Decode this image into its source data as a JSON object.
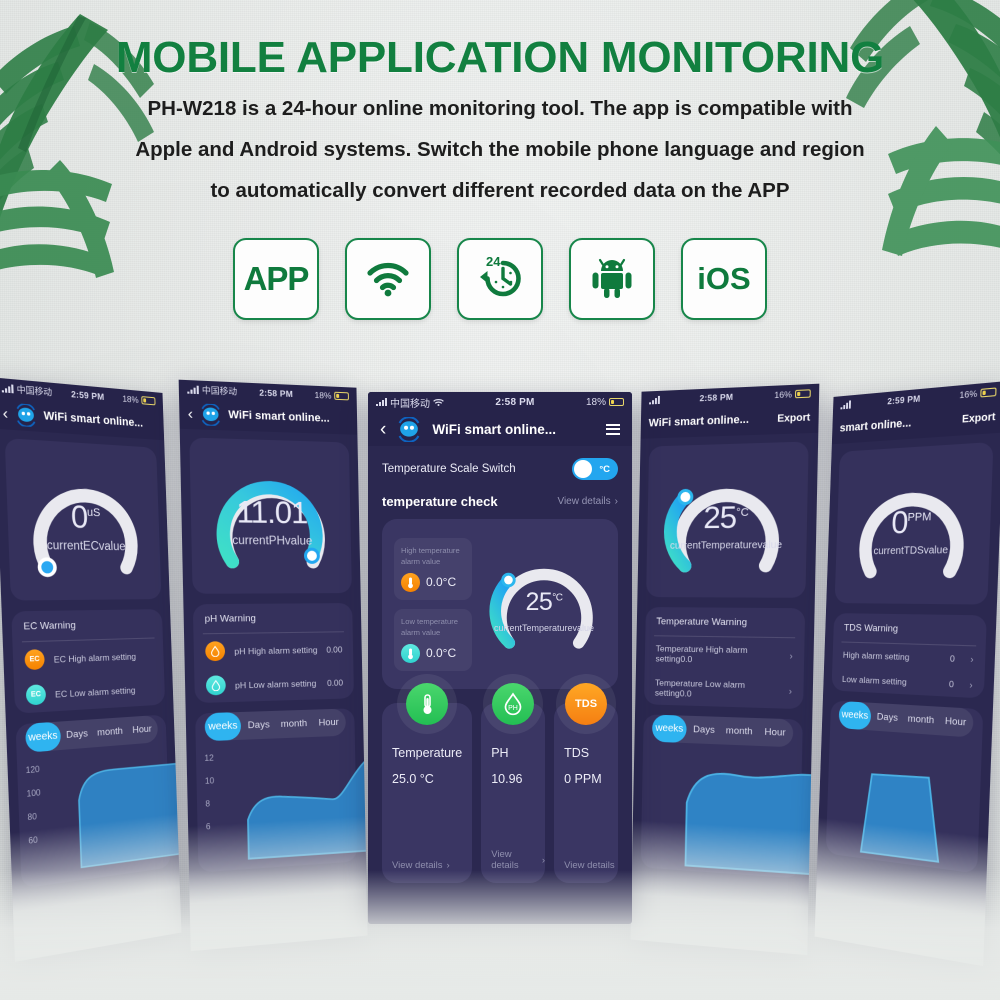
{
  "header": {
    "title": "MOBILE APPLICATION MONITORING",
    "subtitle_line1": "PH-W218 is a 24-hour online monitoring tool. The app is compatible with",
    "subtitle_line2": "Apple and Android systems. Switch the mobile phone language and region",
    "subtitle_line3": "to automatically convert different recorded data on the APP",
    "title_color": "#128040"
  },
  "badges": [
    {
      "name": "app-badge",
      "icon": "app-text",
      "label": "APP"
    },
    {
      "name": "wifi-badge",
      "icon": "wifi-icon",
      "label": ""
    },
    {
      "name": "24h-badge",
      "icon": "24-hour-clock-icon",
      "label": "24"
    },
    {
      "name": "android-badge",
      "icon": "android-icon",
      "label": ""
    },
    {
      "name": "ios-badge",
      "icon": "ios-text",
      "label": "iOS"
    }
  ],
  "phones": {
    "ec": {
      "statusbar": {
        "carrier": "中国移动",
        "time": "2:59 PM",
        "battery": "18%"
      },
      "nav": {
        "back": "‹",
        "title": "WiFi smart online...",
        "menu": "menu-icon"
      },
      "gauge": {
        "value": "0",
        "unit": "uS",
        "label": "currentECvalue",
        "progress_pct": 2,
        "track_color": "#e9e9ef",
        "knob_color": "#2aa8f2"
      },
      "warning": {
        "title": "EC Warning",
        "rows": [
          {
            "pill": "EC",
            "label": "EC High alarm setting",
            "value": "",
            "tone": "hot"
          },
          {
            "pill": "EC",
            "label": "EC Low alarm setting",
            "value": "",
            "tone": "cold"
          }
        ]
      },
      "tabs": [
        "weeks",
        "Days",
        "month",
        "Hour"
      ],
      "active_tab": "weeks",
      "chart_yticks": [
        "120",
        "100",
        "80",
        "60"
      ]
    },
    "ph": {
      "statusbar": {
        "carrier": "中国移动",
        "time": "2:58 PM",
        "battery": "18%"
      },
      "nav": {
        "back": "‹",
        "title": "WiFi smart online...",
        "menu": "menu-icon"
      },
      "gauge": {
        "value": "11.01",
        "unit": "",
        "label": "currentPHvalue",
        "progress_pct": 88,
        "track_color": "#e9e9ef",
        "knob_color": "#2aa8f2"
      },
      "warning": {
        "title": "pH Warning",
        "rows": [
          {
            "pill": "pH",
            "label": "pH High alarm setting",
            "value": "0.00",
            "tone": "hot"
          },
          {
            "pill": "pH",
            "label": "pH Low alarm setting",
            "value": "0.00",
            "tone": "cold"
          }
        ]
      },
      "tabs": [
        "weeks",
        "Days",
        "month",
        "Hour"
      ],
      "active_tab": "weeks",
      "chart_yticks": [
        "12",
        "10",
        "8",
        "6"
      ]
    },
    "temp": {
      "statusbar": {
        "carrier": "中国移动",
        "time": "2:58 PM",
        "battery": "18%"
      },
      "nav": {
        "back": "‹",
        "title": "WiFi smart online...",
        "menu": "menu-icon"
      },
      "scale_switch": {
        "label": "Temperature Scale Switch",
        "unit": "°C",
        "on": true
      },
      "section": {
        "title": "temperature check",
        "view_details": "View details",
        "chevron": "›"
      },
      "alarms": [
        {
          "caption": "High temperature alarm value",
          "value": "0.0°C",
          "tone": "hot"
        },
        {
          "caption": "Low temperature alarm value",
          "value": "0.0°C",
          "tone": "cold"
        }
      ],
      "gauge": {
        "value": "25",
        "unit": "°C",
        "label": "currentTemperaturevalue",
        "progress_pct": 30
      },
      "metrics": [
        {
          "icon": "thermometer-icon",
          "icon_tone": "green",
          "icon_text": "",
          "name": "Temperature",
          "value": "25.0 °C",
          "link": "View details"
        },
        {
          "icon": "ph-drop-icon",
          "icon_tone": "green",
          "icon_text": "",
          "name": "PH",
          "value": "10.96",
          "link": "View details"
        },
        {
          "icon": "tds-icon",
          "icon_tone": "orange",
          "icon_text": "TDS",
          "name": "TDS",
          "value": "0 PPM",
          "link": "View details"
        }
      ]
    },
    "temp2": {
      "statusbar": {
        "carrier": "",
        "time": "2:58 PM",
        "battery": "16%"
      },
      "nav": {
        "title": "WiFi smart online...",
        "action": "Export"
      },
      "gauge": {
        "value": "25",
        "unit": "°C",
        "label": "currentTemperaturevalue",
        "progress_pct": 30
      },
      "warning": {
        "title": "Temperature Warning",
        "rows": [
          {
            "label": "Temperature High alarm setting0.0",
            "value": "",
            "chevron": "›"
          },
          {
            "label": "Temperature Low alarm setting0.0",
            "value": "",
            "chevron": "›"
          }
        ]
      },
      "tabs": [
        "weeks",
        "Days",
        "month",
        "Hour"
      ],
      "active_tab": "weeks"
    },
    "tds": {
      "statusbar": {
        "carrier": "",
        "time": "2:59 PM",
        "battery": "16%"
      },
      "nav": {
        "title": "smart online...",
        "action": "Export"
      },
      "gauge": {
        "value": "0",
        "unit": "PPM",
        "label": "currentTDSvalue",
        "progress_pct": 2
      },
      "warning": {
        "title": "TDS Warning",
        "rows": [
          {
            "label": "High alarm setting",
            "value": "0",
            "chevron": "›"
          },
          {
            "label": "Low alarm setting",
            "value": "0",
            "chevron": "›"
          }
        ]
      },
      "tabs": [
        "weeks",
        "Days",
        "month",
        "Hour"
      ],
      "active_tab": "weeks"
    }
  },
  "colors": {
    "brand_green": "#128040",
    "phone_bg": "#2b2850",
    "card_bg": "#35315c",
    "accent_blue": "#2fb4f0",
    "gauge_cyan": "#3fe0d0",
    "alarm_orange": "#f58200"
  }
}
